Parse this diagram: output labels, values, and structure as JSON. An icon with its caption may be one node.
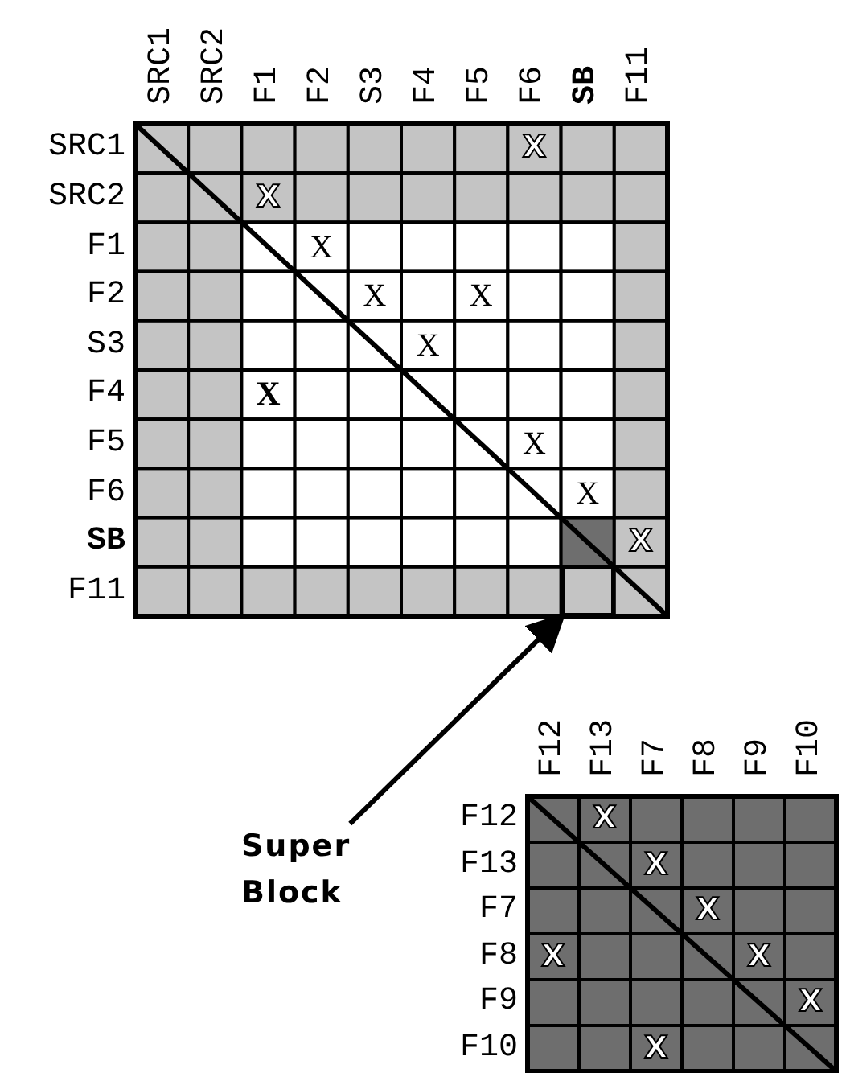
{
  "diagram": {
    "nodes": [
      {
        "text": [],
        "shape": "box"
      },
      {
        "text": [
          "Super Block"
        ]
      }
    ],
    "edges": [
      {
        "from": 1,
        "to": 0,
        "arrow": "to"
      }
    ],
    "labels": [
      "SRC1",
      "SRC2",
      "F1",
      "F2",
      "S3",
      "F4",
      "F5",
      "F6",
      "SB",
      "F11",
      "SRC1",
      "X",
      "SRC2",
      "X",
      "F1",
      "X",
      "F2",
      "X",
      "X",
      "S3",
      "X",
      "F4",
      "X",
      "F5",
      "X",
      "F6",
      "X",
      "SB",
      "X",
      "F11",
      "F12",
      "F13",
      "F7",
      "F8",
      "F9",
      "F10",
      "F12",
      "X",
      "F13",
      "X",
      "F7",
      "X",
      "F8",
      "X",
      "X",
      "F9",
      "X",
      "F10",
      "X"
    ]
  }
}
